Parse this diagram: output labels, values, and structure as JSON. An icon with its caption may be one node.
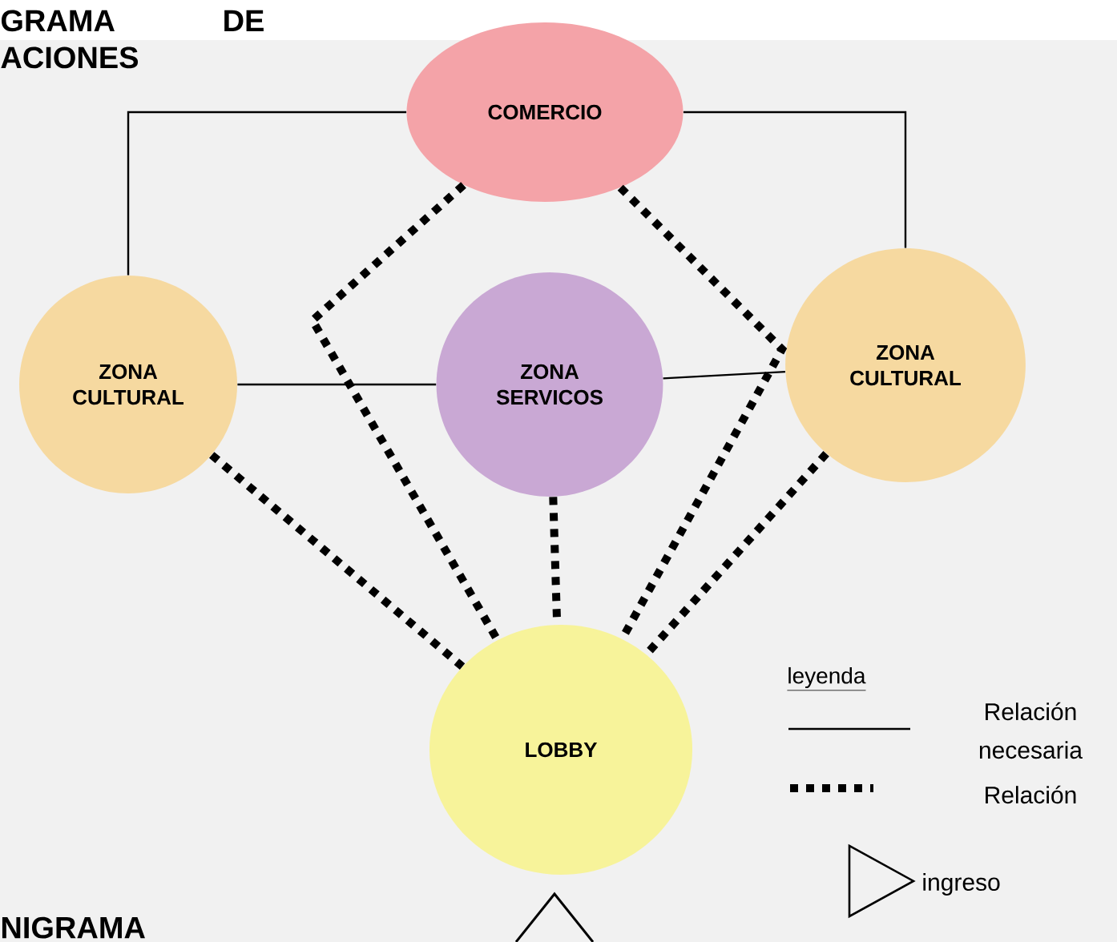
{
  "diagram": {
    "title": "GRAMA DE ACIONES",
    "nodes": [
      {
        "text": [
          "COMERCIO"
        ]
      },
      {
        "text": [
          "ZONA CULTURAL"
        ]
      },
      {
        "text": [
          "ZONA SERVICOS"
        ]
      },
      {
        "text": [
          "ZONA CULTURAL"
        ]
      },
      {
        "text": [
          "LOBBY"
        ]
      }
    ],
    "edges": [
      {
        "from": 0,
        "to": 1,
        "arrow": "none"
      },
      {
        "from": 0,
        "to": 3,
        "arrow": "none"
      },
      {
        "from": 1,
        "to": 2,
        "arrow": "none"
      },
      {
        "from": 2,
        "to": 3,
        "arrow": "none"
      },
      {
        "from": 0,
        "to": 4,
        "arrow": "none",
        "style": "dashed"
      },
      {
        "from": 0,
        "to": 4,
        "arrow": "none",
        "style": "dashed"
      },
      {
        "from": 1,
        "to": 4,
        "arrow": "none",
        "style": "dashed"
      },
      {
        "from": 2,
        "to": 4,
        "arrow": "none",
        "style": "dashed"
      },
      {
        "from": 3,
        "to": 4,
        "arrow": "none",
        "style": "dashed"
      }
    ],
    "labels": [
      "leyenda",
      "NIGRAMA"
    ],
    "legend": [
      {
        "text": "Relación necesaria"
      },
      {
        "text": "Relación"
      },
      {
        "text": "ingreso"
      }
    ]
  }
}
